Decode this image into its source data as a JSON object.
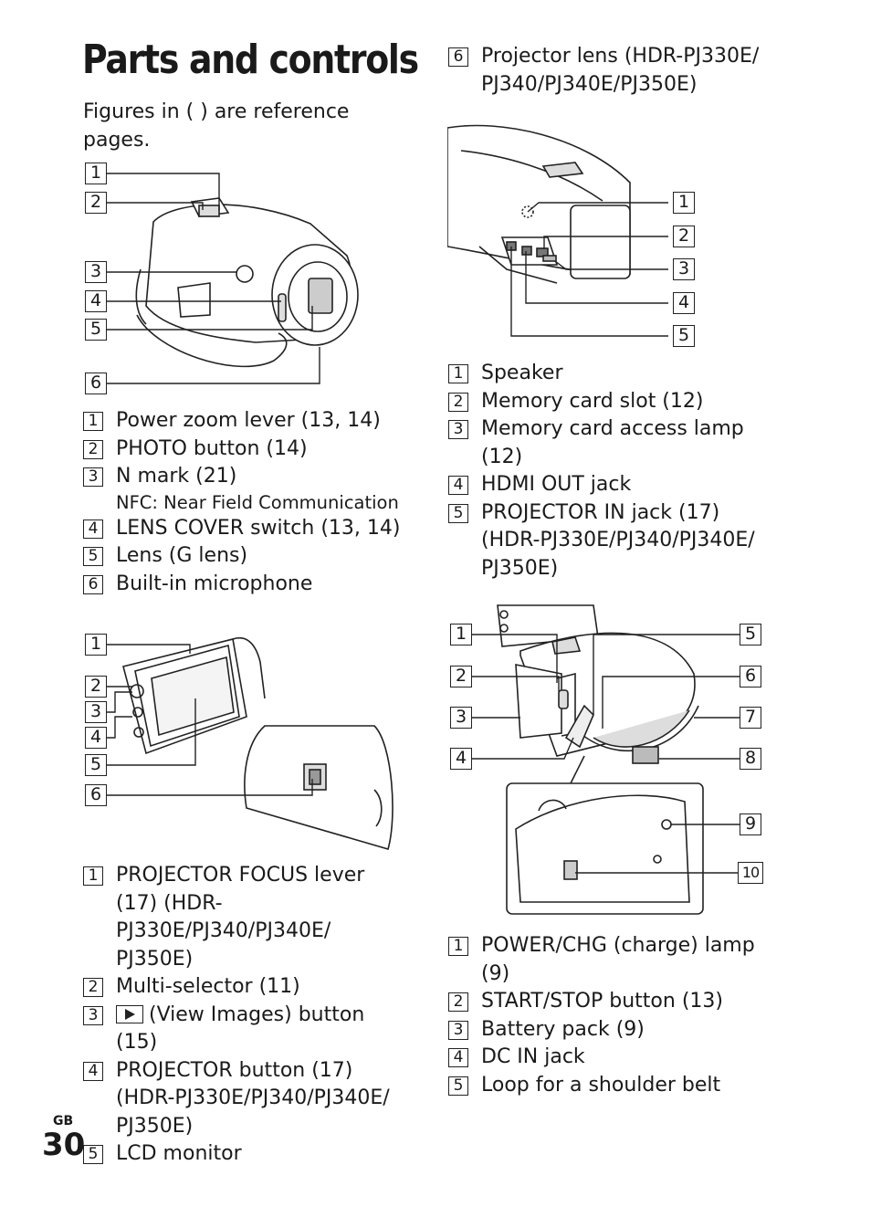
{
  "title": "Parts and controls",
  "intro": "Figures in ( ) are reference pages.",
  "section1": {
    "callouts": [
      "1",
      "2",
      "3",
      "4",
      "5",
      "6"
    ],
    "items": [
      {
        "num": "1",
        "text": "Power zoom lever (13, 14)"
      },
      {
        "num": "2",
        "text": "PHOTO button (14)"
      },
      {
        "num": "3",
        "text": "N mark (21)",
        "sub": "NFC: Near Field Communication"
      },
      {
        "num": "4",
        "text": "LENS COVER switch (13, 14)"
      },
      {
        "num": "5",
        "text": "Lens (G lens)"
      },
      {
        "num": "6",
        "text": "Built-in microphone"
      }
    ]
  },
  "section2": {
    "callouts": [
      "1",
      "2",
      "3",
      "4",
      "5",
      "6"
    ],
    "items": [
      {
        "num": "1",
        "text": "PROJECTOR FOCUS lever (17) (HDR-PJ330E/PJ340/PJ340E/ PJ350E)"
      },
      {
        "num": "2",
        "text": "Multi-selector (11)"
      },
      {
        "num": "3",
        "text": "(View Images) button (15)",
        "icon": "view-images-icon"
      },
      {
        "num": "4",
        "text": "PROJECTOR button (17) (HDR-PJ330E/PJ340/PJ340E/ PJ350E)"
      },
      {
        "num": "5",
        "text": "LCD monitor"
      }
    ]
  },
  "section3": {
    "lead": {
      "num": "6",
      "text": "Projector lens (HDR-PJ330E/ PJ340/PJ340E/PJ350E)"
    },
    "callouts": [
      "1",
      "2",
      "3",
      "4",
      "5"
    ],
    "items": [
      {
        "num": "1",
        "text": "Speaker"
      },
      {
        "num": "2",
        "text": "Memory card slot (12)"
      },
      {
        "num": "3",
        "text": "Memory card access lamp (12)"
      },
      {
        "num": "4",
        "text": "HDMI OUT jack"
      },
      {
        "num": "5",
        "text": "PROJECTOR IN jack (17) (HDR-PJ330E/PJ340/PJ340E/ PJ350E)"
      }
    ]
  },
  "section4": {
    "callouts": [
      "1",
      "2",
      "3",
      "4",
      "5",
      "6",
      "7",
      "8",
      "9",
      "10"
    ],
    "items": [
      {
        "num": "1",
        "text": "POWER/CHG (charge) lamp (9)"
      },
      {
        "num": "2",
        "text": "START/STOP button (13)"
      },
      {
        "num": "3",
        "text": "Battery pack (9)"
      },
      {
        "num": "4",
        "text": "DC IN jack"
      },
      {
        "num": "5",
        "text": "Loop for a shoulder belt"
      }
    ]
  },
  "footer": {
    "region": "GB",
    "page": "30"
  }
}
